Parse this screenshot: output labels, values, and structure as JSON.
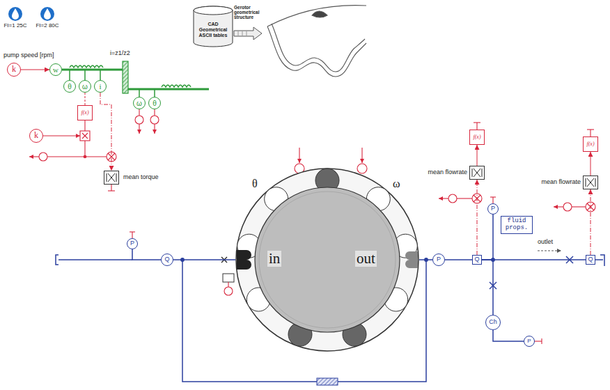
{
  "diagram": {
    "nodes": [
      {
        "text": [
          "CAD Geometrical ASCII tables"
        ]
      },
      {
        "text": [
          "pump speed [rpm]",
          "k"
        ]
      },
      {
        "text": [
          "w"
        ]
      },
      {
        "text": [
          "θ"
        ]
      },
      {
        "text": [
          "ω"
        ]
      },
      {
        "text": [
          "i"
        ]
      },
      {
        "text": [
          "ω"
        ]
      },
      {
        "text": [
          "θ"
        ]
      },
      {
        "text": [
          "f(x)"
        ]
      },
      {
        "text": [
          "k"
        ]
      },
      {
        "text": [
          "mean torque"
        ]
      },
      {
        "text": [
          "P"
        ]
      },
      {
        "text": [
          "Q"
        ]
      },
      {
        "text": [
          "θ",
          "ω",
          "in",
          "out"
        ]
      },
      {
        "text": [
          "P"
        ]
      },
      {
        "text": [
          "f(x)"
        ]
      },
      {
        "text": [
          "mean flowrate"
        ]
      },
      {
        "text": [
          "P"
        ]
      },
      {
        "text": [
          "fluid props."
        ]
      },
      {
        "text": [
          "Q"
        ]
      },
      {
        "text": [
          "f(x)"
        ]
      },
      {
        "text": [
          "mean flowrate"
        ]
      },
      {
        "text": [
          "Q"
        ]
      },
      {
        "text": [
          "Ch"
        ]
      },
      {
        "text": [
          "P"
        ]
      }
    ],
    "edges": [
      {
        "from": 1,
        "to": 2,
        "arrow": "to"
      },
      {
        "from": 4,
        "to": 8,
        "arrow": "none"
      },
      {
        "from": 5,
        "to": 10,
        "arrow": "to"
      },
      {
        "from": 11,
        "to": 12,
        "arrow": "none"
      },
      {
        "from": 12,
        "to": 13,
        "arrow": "none"
      },
      {
        "from": 13,
        "to": 14,
        "arrow": "none"
      },
      {
        "from": 14,
        "to": 19,
        "arrow": "none"
      },
      {
        "from": 17,
        "to": 19,
        "arrow": "none"
      },
      {
        "from": 19,
        "to": 22,
        "arrow": "none"
      },
      {
        "from": 19,
        "to": 23,
        "arrow": "none"
      },
      {
        "from": 23,
        "to": 24,
        "arrow": "none"
      },
      {
        "from": 19,
        "to": 16,
        "arrow": "to"
      },
      {
        "from": 16,
        "to": 15,
        "arrow": "to"
      },
      {
        "from": 22,
        "to": 21,
        "arrow": "to"
      },
      {
        "from": 21,
        "to": 20,
        "arrow": "to"
      }
    ],
    "labels": [
      "FI=1 25C",
      "FI=2 80C",
      "Gerotor geometrical structure",
      "i=z1/z2",
      "outlet"
    ]
  }
}
